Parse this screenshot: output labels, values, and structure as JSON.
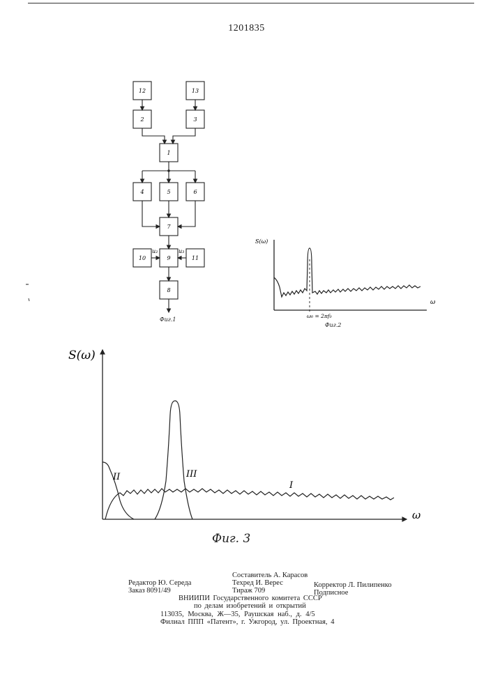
{
  "document": {
    "patent_number": "1201835",
    "figure_captions": {
      "fig1": "Фиг.1",
      "fig2": "Фиг.2",
      "fig3": "Фиг. 3"
    }
  },
  "fig1": {
    "blocks": [
      {
        "id": "b12",
        "label": "12"
      },
      {
        "id": "b13",
        "label": "13"
      },
      {
        "id": "b2",
        "label": "2"
      },
      {
        "id": "b3",
        "label": "3"
      },
      {
        "id": "b1",
        "label": "1"
      },
      {
        "id": "b4",
        "label": "4"
      },
      {
        "id": "b5",
        "label": "5"
      },
      {
        "id": "b6",
        "label": "6"
      },
      {
        "id": "b7",
        "label": "7"
      },
      {
        "id": "b10",
        "label": "10"
      },
      {
        "id": "b9",
        "label": "9"
      },
      {
        "id": "b11",
        "label": "11"
      },
      {
        "id": "b8",
        "label": "8"
      }
    ],
    "signal_labels": {
      "u2": "u₂",
      "u3": "u₃"
    }
  },
  "fig2": {
    "y_label": "S(ω)",
    "x_label": "ω",
    "peak_marker": "ω₀ = 2πf₀"
  },
  "fig3": {
    "y_label": "S(ω)",
    "x_label": "ω",
    "curve_labels": {
      "I": "I",
      "II": "II",
      "III": "III"
    }
  },
  "imprint": {
    "compiler": "Составитель А. Карасов",
    "editor": "Редактор Ю. Середа",
    "techred": "Техред И. Верес",
    "corrector": "Корректор Л. Пилипенко",
    "order": "Заказ 8091/49",
    "circulation": "Тираж 709",
    "subscription": "Подписное",
    "institute_line1": "ВНИИПИ Государственного комитета СССР",
    "institute_line2": "по делам изобретений и открытий",
    "address": "113035, Москва, Ж—35, Раушская наб., д. 4/5",
    "branch": "Филиал ППП «Патент», г. Ужгород, ул. Проектная, 4"
  }
}
